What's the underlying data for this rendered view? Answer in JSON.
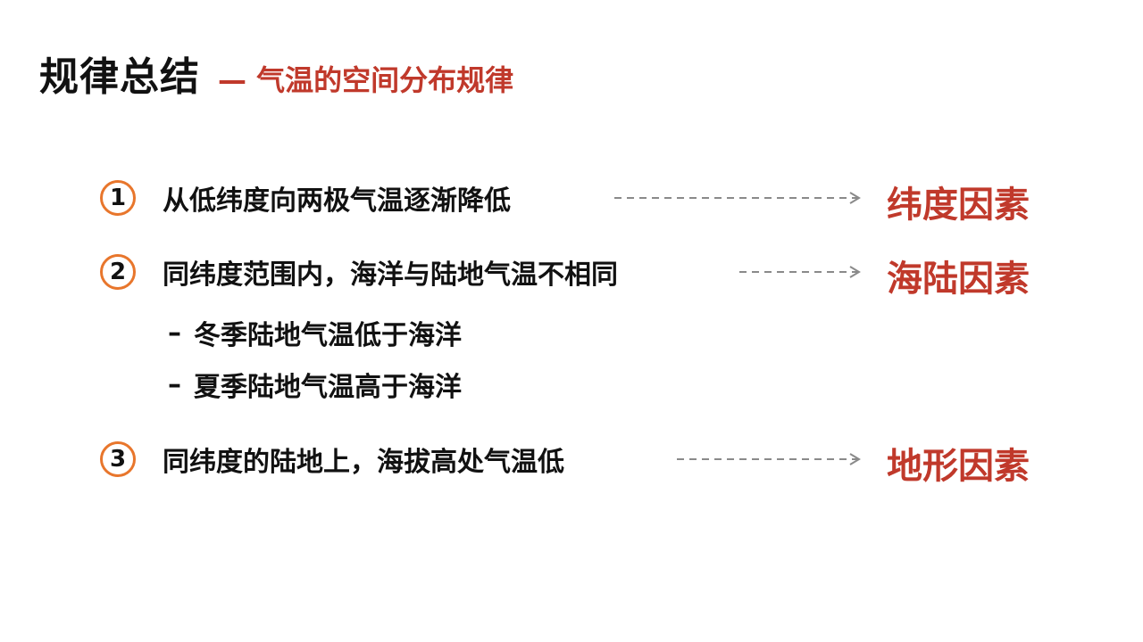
{
  "header": {
    "title": "规律总结",
    "subtitle": "— 气温的空间分布规律"
  },
  "items": [
    {
      "number": "1",
      "text": "从低纬度向两极气温逐渐降低",
      "factor": "纬度因素"
    },
    {
      "number": "2",
      "text": "同纬度范围内，海洋与陆地气温不相同",
      "factor": "海陆因素",
      "sub_items": [
        {
          "bullet": "–",
          "text": "冬季陆地气温低于海洋"
        },
        {
          "bullet": "–",
          "text": "夏季陆地气温高于海洋"
        }
      ]
    },
    {
      "number": "3",
      "text": "同纬度的陆地上，海拔高处气温低",
      "factor": "地形因素"
    }
  ],
  "colors": {
    "accent_red": "#c0392b",
    "circle_orange": "#e8762c",
    "arrow_gray": "#8a8a8a",
    "text_dark": "#111111"
  },
  "icons": {
    "number_marker": "circled-number-icon",
    "connector": "dashed-arrow-icon"
  }
}
